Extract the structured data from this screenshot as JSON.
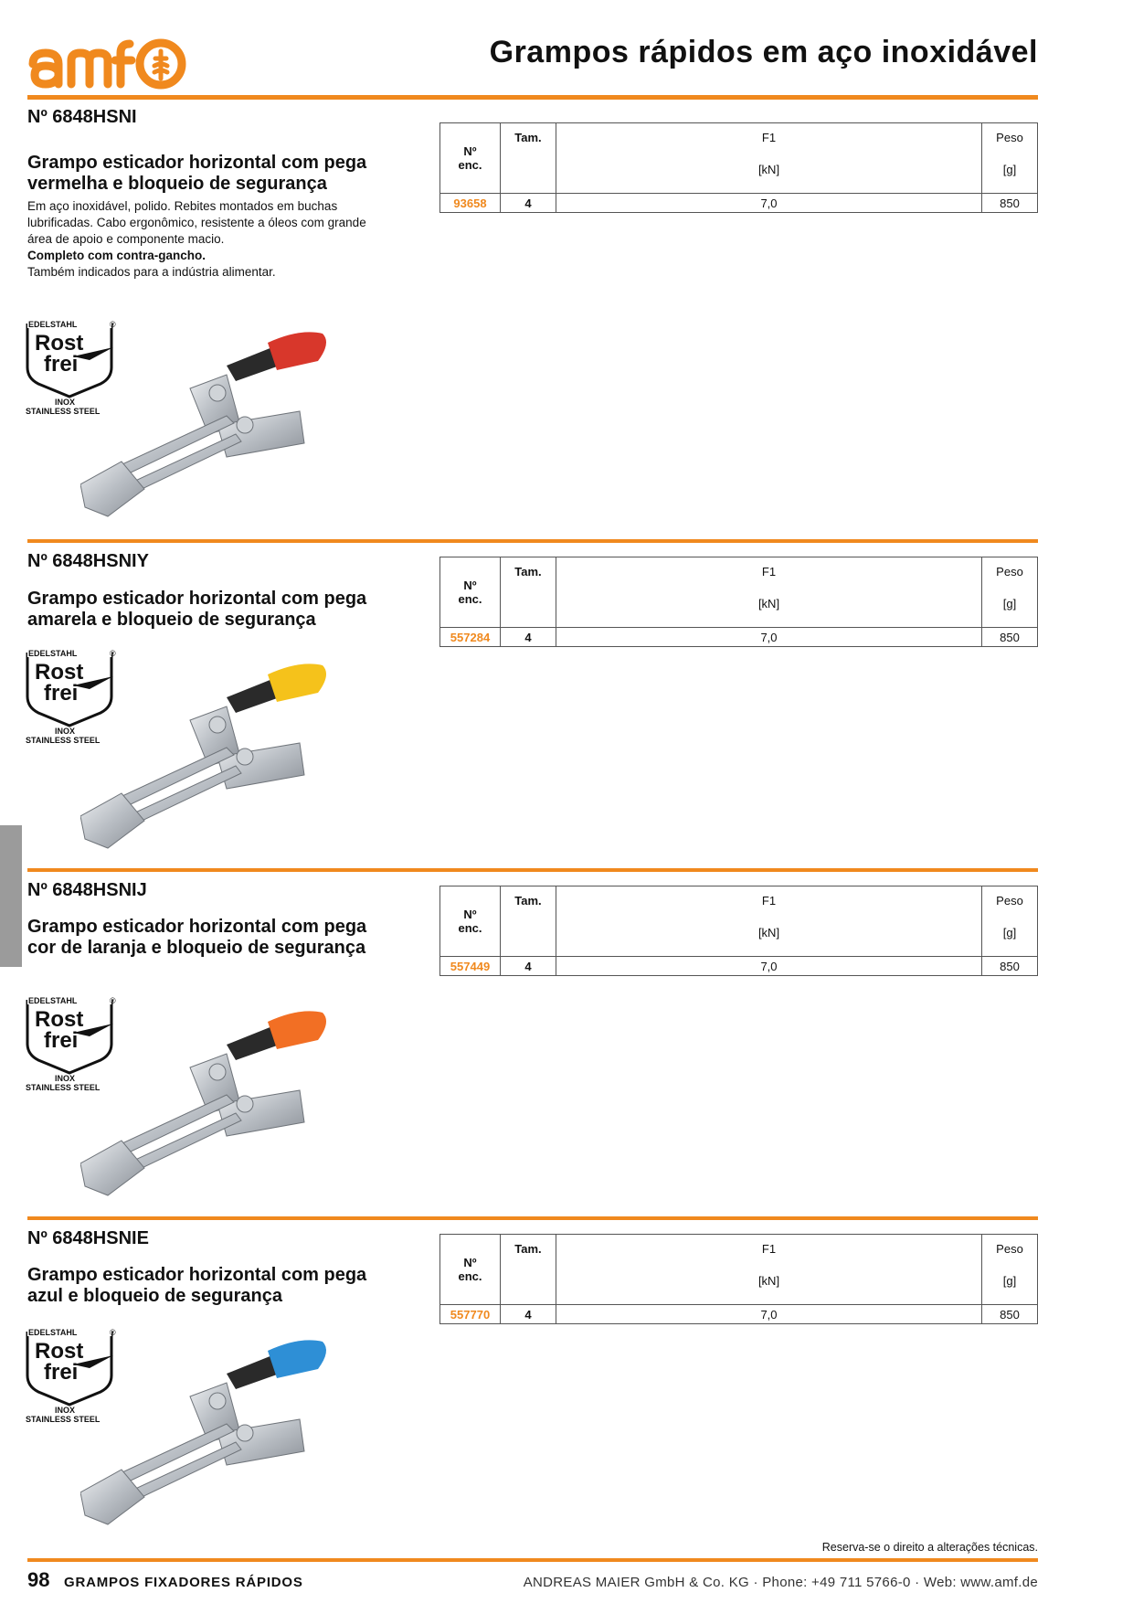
{
  "header": {
    "brand": "amf",
    "title": "Grampos rápidos em aço inoxidável"
  },
  "badge": {
    "top": "EDELSTAHL",
    "mark": "®",
    "line1": "Rost",
    "line2": "frei",
    "inox": "INOX",
    "stainless": "STAINLESS STEEL"
  },
  "table_headers": {
    "order_no_1": "Nº",
    "order_no_2": "enc.",
    "size": "Tam.",
    "force": "F1",
    "force_unit": "[kN]",
    "weight": "Peso",
    "weight_unit": "[g]"
  },
  "products": [
    {
      "number": "Nº 6848HSNI",
      "title_1": "Grampo esticador horizontal com pega",
      "title_2": "vermelha e bloqueio de segurança",
      "desc_1": "Em aço inoxidável, polido. Rebites montados em buchas",
      "desc_2": "lubrificadas. Cabo ergonômico, resistente a óleos com grande",
      "desc_3": "área de apoio e componente macio.",
      "desc_4": "Completo com contra-gancho.",
      "desc_5": "Também indicados para a indústria alimentar.",
      "order_no": "93658",
      "size": "4",
      "force": "7,0",
      "weight": "850",
      "handle_color": "#d8372b"
    },
    {
      "number": "Nº 6848HSNIY",
      "title_1": "Grampo esticador horizontal com pega",
      "title_2": "amarela e bloqueio de segurança",
      "order_no": "557284",
      "size": "4",
      "force": "7,0",
      "weight": "850",
      "handle_color": "#f5c21b"
    },
    {
      "number": "Nº 6848HSNIJ",
      "title_1": "Grampo esticador horizontal com pega",
      "title_2": "cor de laranja e bloqueio de segurança",
      "order_no": "557449",
      "size": "4",
      "force": "7,0",
      "weight": "850",
      "handle_color": "#f26f24"
    },
    {
      "number": "Nº 6848HSNIE",
      "title_1": "Grampo esticador horizontal com pega",
      "title_2": "azul e bloqueio de segurança",
      "order_no": "557770",
      "size": "4",
      "force": "7,0",
      "weight": "850",
      "handle_color": "#2e8fd6"
    }
  ],
  "footer": {
    "note": "Reserva-se o direito a alterações técnicas.",
    "page": "98",
    "section": "GRAMPOS FIXADORES RÁPIDOS",
    "company": "ANDREAS MAIER GmbH & Co. KG  ·  Phone: +49 711 5766-0  ·  Web: www.amf.de"
  },
  "colors": {
    "accent": "#f0891e",
    "side_tab": "#9b9b9b"
  }
}
